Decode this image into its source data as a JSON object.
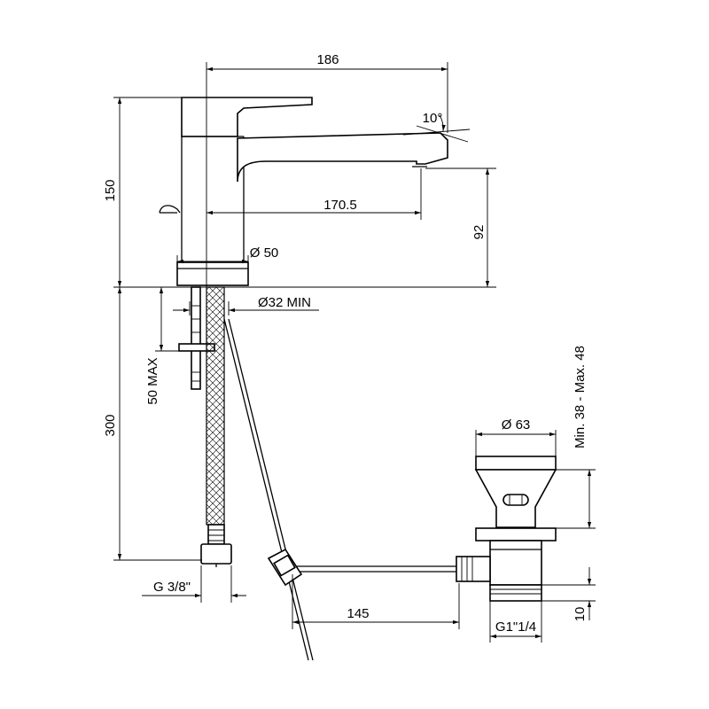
{
  "dimensions": {
    "overall_width": "186",
    "angle": "10°",
    "total_height": "150",
    "spout_reach": "170.5",
    "spout_height": "92",
    "base_diameter": "Ø 50",
    "hole_diameter": "Ø32 MIN",
    "max_deck": "50 MAX",
    "hose_length": "300",
    "connection_thread": "G 3/8\"",
    "waste_diameter": "Ø 63",
    "waste_range": "Min. 38 - Max. 48",
    "rod_length": "145",
    "waste_thread": "G1\"1/4",
    "waste_offset": "10"
  }
}
